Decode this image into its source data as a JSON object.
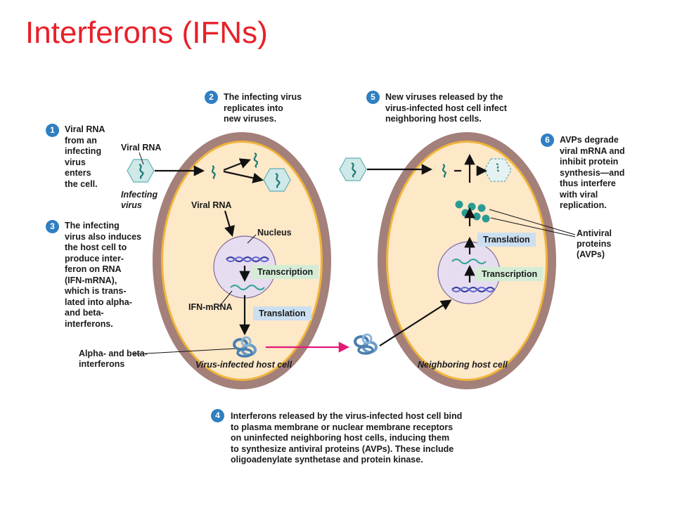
{
  "title": "Interferons (IFNs)",
  "steps": [
    {
      "num": "1",
      "lines": [
        "Viral RNA",
        "from an",
        "infecting",
        "virus",
        "enters",
        "the cell."
      ]
    },
    {
      "num": "2",
      "lines": [
        "The infecting virus",
        "replicates into",
        "new viruses."
      ]
    },
    {
      "num": "3",
      "lines": [
        "The infecting",
        "virus also induces",
        "the host  cell to",
        "produce inter-",
        "feron on RNA",
        "(IFN-mRNA),",
        "which is trans-",
        "lated into alpha-",
        "and beta-",
        "interferons."
      ]
    },
    {
      "num": "4",
      "lines": [
        "Interferons released by the virus-infected host cell bind",
        "to plasma membrane or nuclear membrane receptors",
        "on uninfected neighboring host cells, inducing them",
        "to synthesize antiviral proteins (AVPs). These include",
        "oligoadenylate synthetase and protein kinase."
      ]
    },
    {
      "num": "5",
      "lines": [
        "New viruses released by the",
        "virus-infected host cell infect",
        "neighboring host cells."
      ]
    },
    {
      "num": "6",
      "lines": [
        "AVPs degrade",
        "viral mRNA and",
        "inhibit protein",
        "synthesis—and",
        "thus interfere",
        "with viral",
        "replication."
      ]
    }
  ],
  "labels": {
    "viral_rna_top": "Viral RNA",
    "infecting_virus": [
      "Infecting",
      "virus"
    ],
    "viral_rna_cell": "Viral RNA",
    "nucleus": "Nucleus",
    "ifn_mrna": "IFN-mRNA",
    "alpha_beta": [
      "Alpha- and beta-",
      "interferons"
    ],
    "infected_cell": "Virus-infected host cell",
    "neighboring_cell": "Neighboring host cell",
    "antiviral": [
      "Antiviral",
      "proteins",
      "(AVPs)"
    ]
  },
  "boxes": {
    "transcription_left": "Transcription",
    "translation_left": "Translation",
    "translation_right": "Translation",
    "transcription_right": "Transcription"
  },
  "colors": {
    "title": "#e8202a",
    "badge": "#2f7fc1",
    "cell_wall": "#a4807a",
    "cell_membrane": "#f0b43a",
    "cytoplasm": "#fde8c8",
    "nucleus": "#e6def0",
    "virus": "#2a9a94",
    "interferon": "#6a9cc6",
    "magenta_arrow": "#e01a78"
  }
}
